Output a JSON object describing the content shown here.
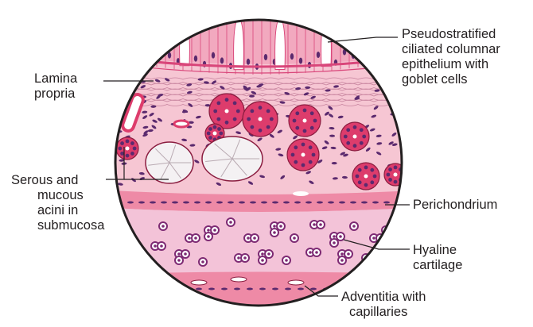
{
  "labels": {
    "epithelium": [
      "Pseudostratified",
      "ciliated columnar",
      "epithelium with",
      "goblet cells"
    ],
    "lamina_propria": [
      "Lamina",
      "propria"
    ],
    "glands": [
      "Serous and",
      "mucous",
      "acini in",
      "submucosa"
    ],
    "perichondrium": [
      "Perichondrium"
    ],
    "cartilage": [
      "Hyaline",
      "cartilage"
    ],
    "adventitia": [
      "Adventitia with",
      "capillaries"
    ]
  },
  "colors": {
    "outline": "#231f20",
    "lamina_bg": "#f6c6d3",
    "epithelium": "#f2a9bf",
    "epithelium_dark": "#d9467a",
    "nucleus": "#5b2a6e",
    "serous_acinus": "#dd3c6c",
    "mucous_acinus": "#f4f1f3",
    "perichondrium": "#ee8aa6",
    "cartilage_matrix": "#f3c3d8",
    "chondrocyte": "#7d2a73",
    "adventitia": "#ee8aa6",
    "leader_line": "#231f20"
  }
}
